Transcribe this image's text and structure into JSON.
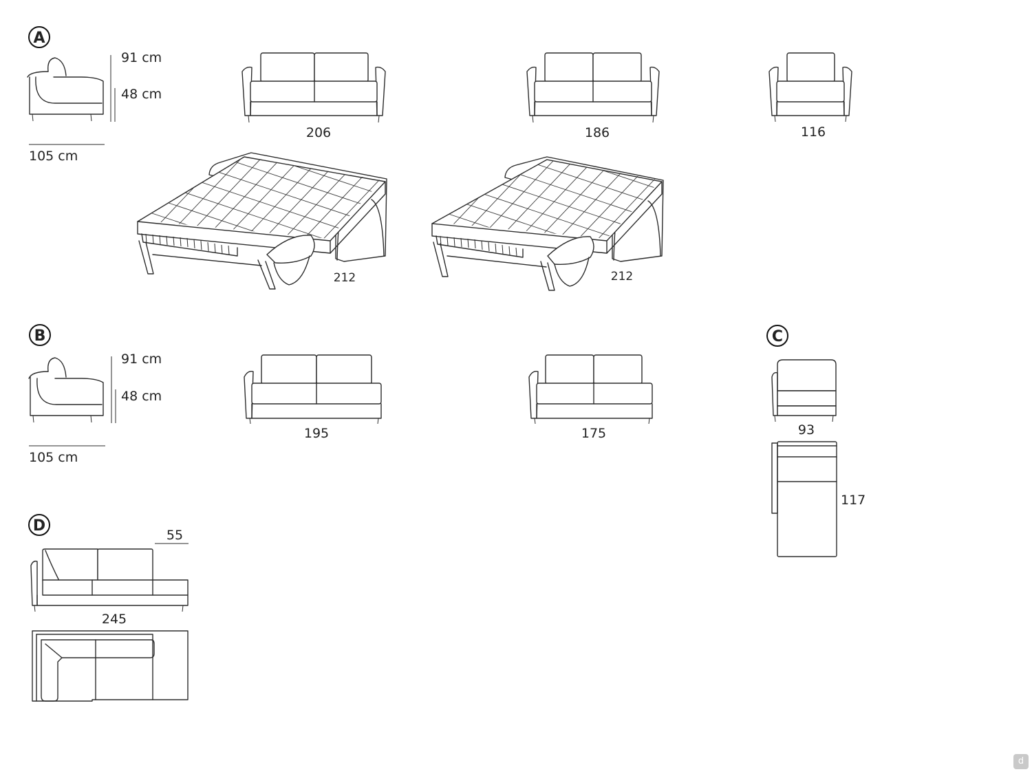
{
  "sections": {
    "A": {
      "marker": "A",
      "height_total": "91 cm",
      "height_seat": "48 cm",
      "depth": "105 cm",
      "widths": [
        "206",
        "186",
        "116"
      ],
      "bed_lengths": [
        "212",
        "212"
      ]
    },
    "B": {
      "marker": "B",
      "height_total": "91 cm",
      "height_seat": "48 cm",
      "depth": "105 cm",
      "widths": [
        "195",
        "175"
      ]
    },
    "C": {
      "marker": "C",
      "width": "93",
      "length": "117"
    },
    "D": {
      "marker": "D",
      "seat_depth": "55",
      "width": "245"
    }
  },
  "watermark": "d"
}
